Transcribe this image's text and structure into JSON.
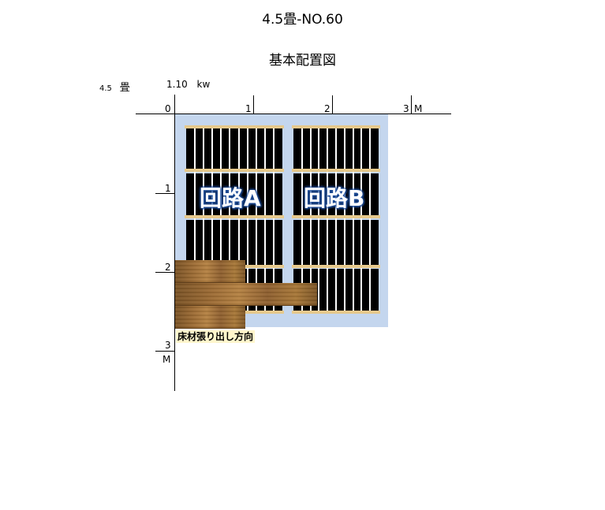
{
  "header": {
    "title": "4.5畳-NO.60",
    "subtitle": "基本配置図"
  },
  "info": {
    "size": "4.5",
    "size_unit": "畳",
    "power": "1.10",
    "power_unit": "kw"
  },
  "axis": {
    "x_labels": [
      "0",
      "1",
      "2",
      "3"
    ],
    "x_unit": "M",
    "y_labels": [
      "1",
      "2",
      "3"
    ],
    "y_unit": "M"
  },
  "circuits": {
    "a": "回路A",
    "b": "回路B"
  },
  "flooring": {
    "direction_label": "床材張り出し方向"
  },
  "colors": {
    "room": "#c4d6ee",
    "panel": "#000000",
    "rail": "#e6c98c",
    "circuit_glow": "#1f4f9c"
  }
}
